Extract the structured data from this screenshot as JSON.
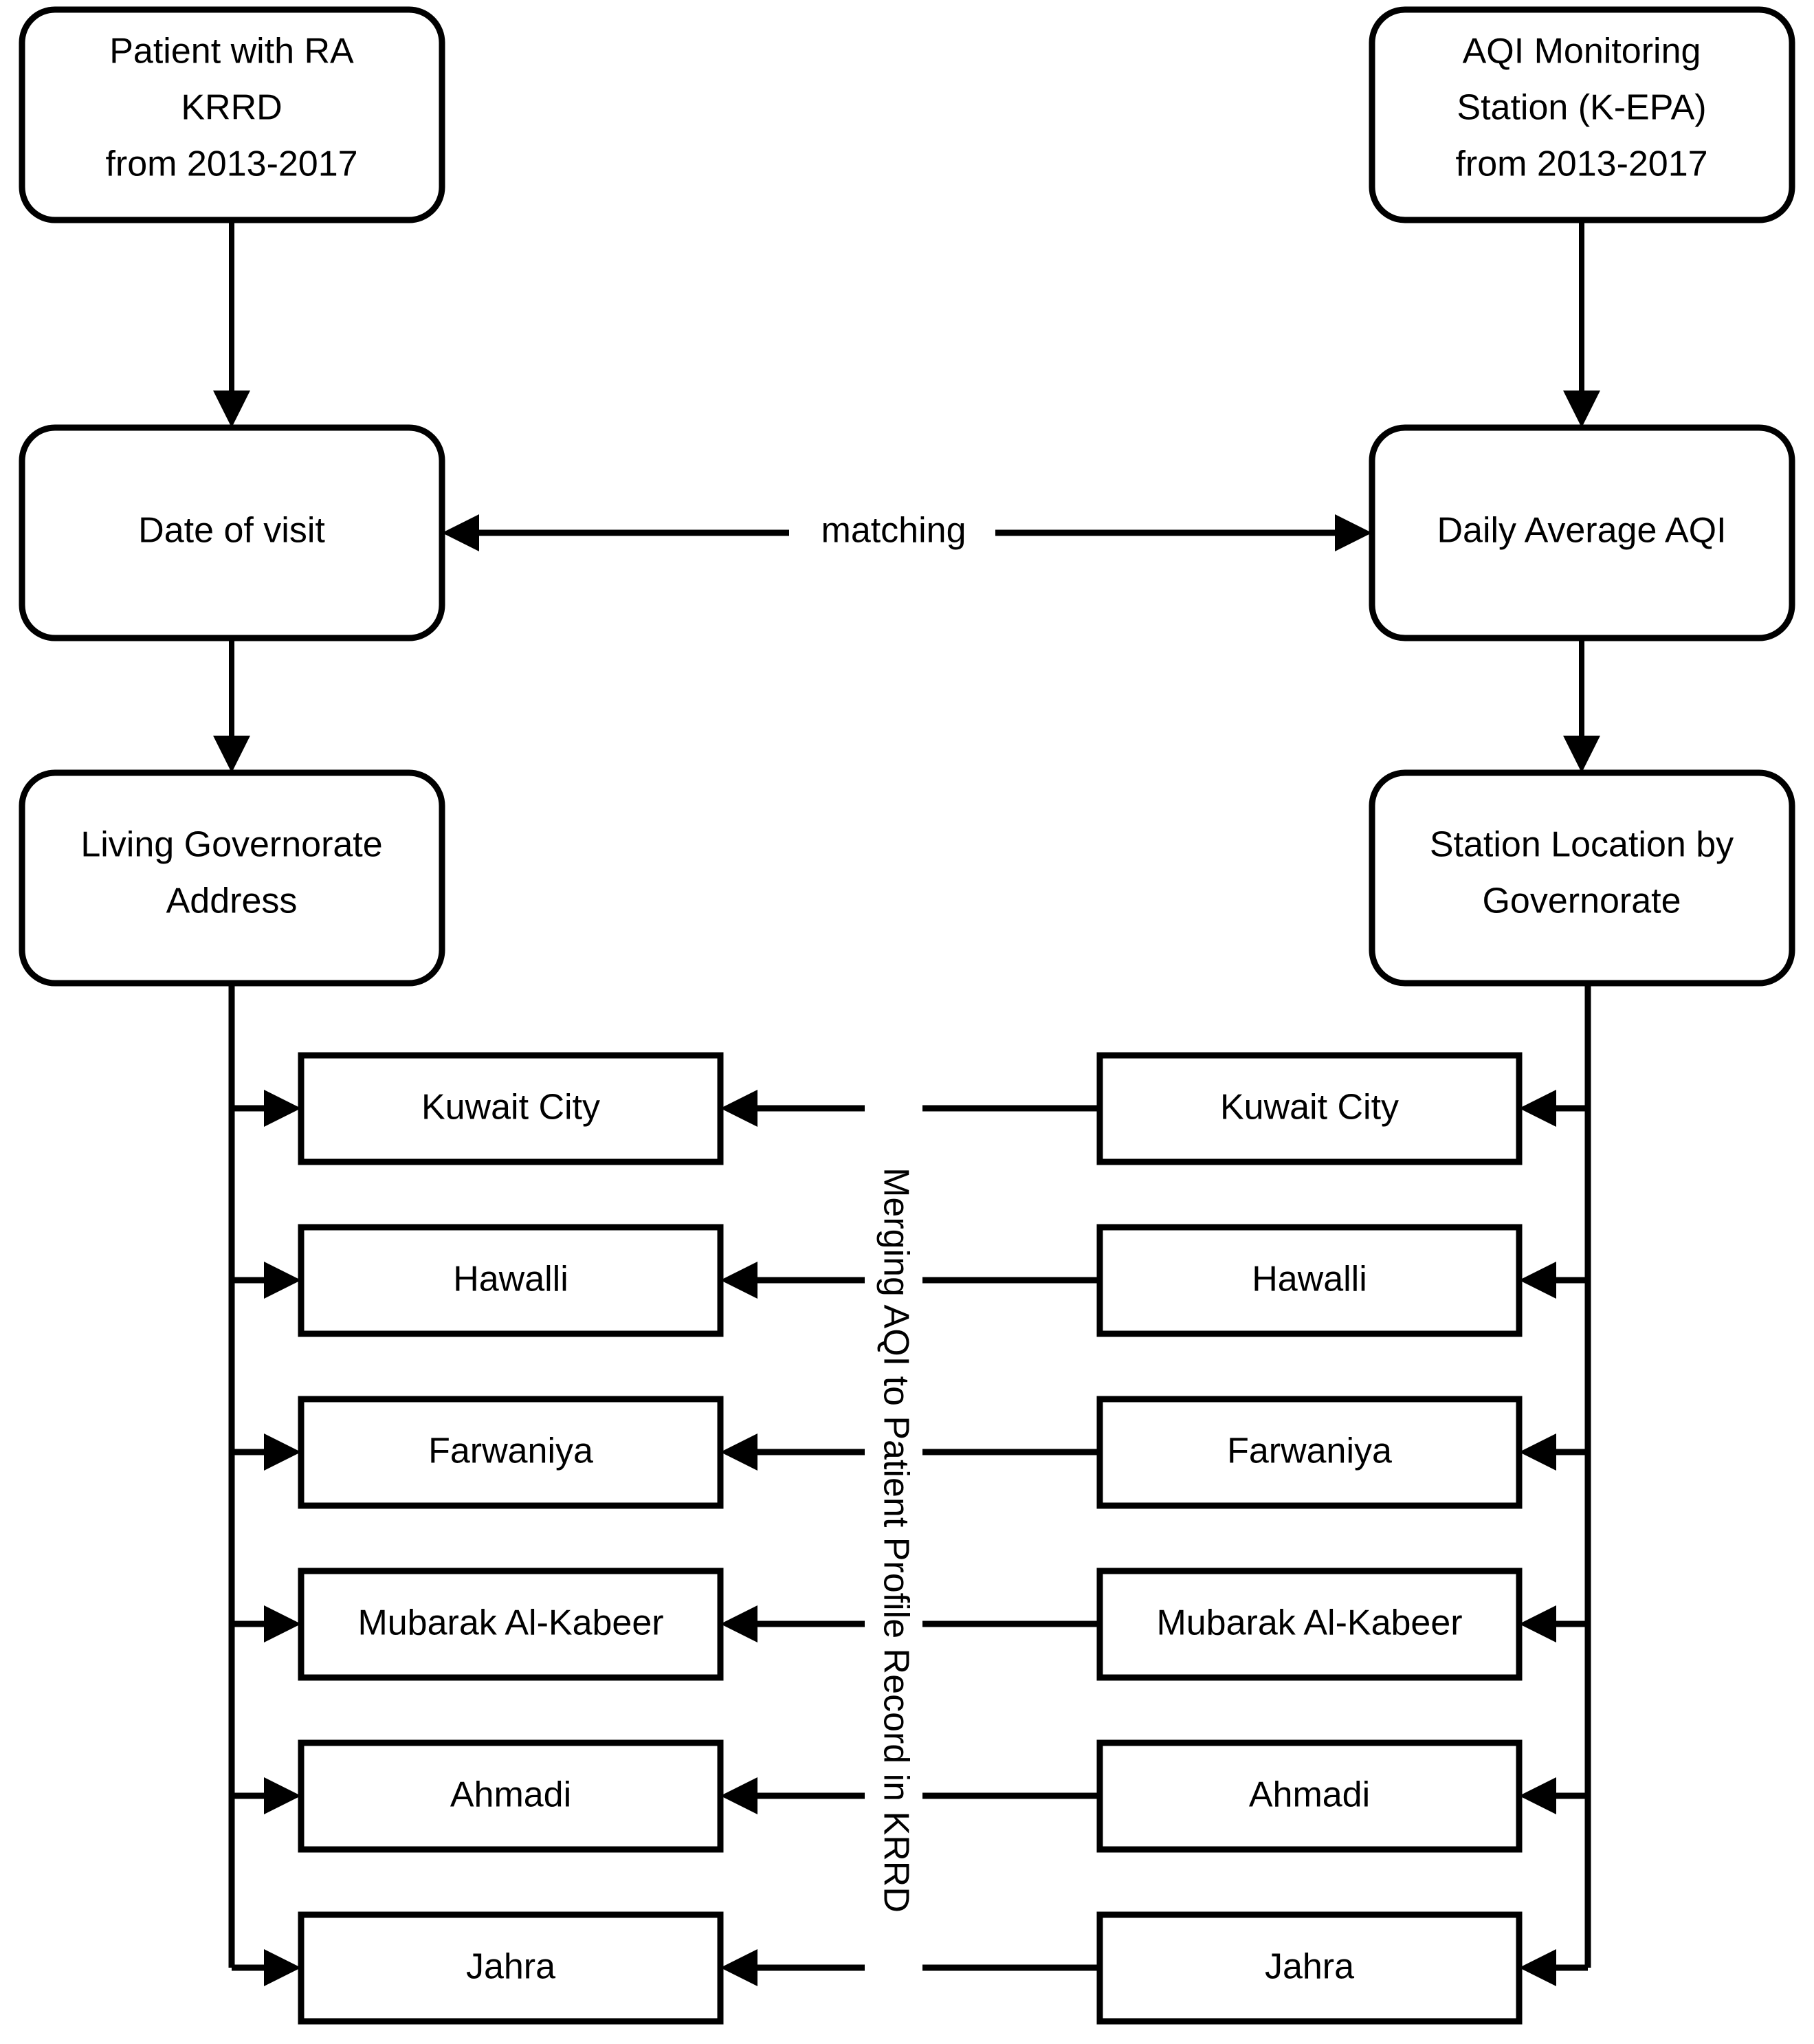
{
  "diagram": {
    "title": "Data linkage flowchart: merging AQI to patient profile records",
    "background_color": "#ffffff",
    "stroke_color": "#000000",
    "fill_color": "#ffffff"
  },
  "left_branch": {
    "source": {
      "lines": [
        "Patient with RA",
        "KRRD",
        "from 2013-2017"
      ]
    },
    "step2": {
      "lines": [
        "Date of visit"
      ]
    },
    "step3": {
      "lines": [
        "Living Governorate",
        "Address"
      ]
    }
  },
  "right_branch": {
    "source": {
      "lines": [
        "AQI Monitoring",
        "Station (K-EPA)",
        "from 2013-2017"
      ]
    },
    "step2": {
      "lines": [
        "Daily Average AQI"
      ]
    },
    "step3": {
      "lines": [
        "Station Location by",
        "Governorate"
      ]
    }
  },
  "edges": {
    "matching_label": "matching",
    "merging_label": "Merging AQI to Patient Profile Record in KRRD"
  },
  "governorates": {
    "left_column": [
      "Kuwait City",
      "Hawalli",
      "Farwaniya",
      "Mubarak Al-Kabeer",
      "Ahmadi",
      "Jahra"
    ],
    "right_column": [
      "Kuwait City",
      "Hawalli",
      "Farwaniya",
      "Mubarak Al-Kabeer",
      "Ahmadi",
      "Jahra"
    ]
  }
}
